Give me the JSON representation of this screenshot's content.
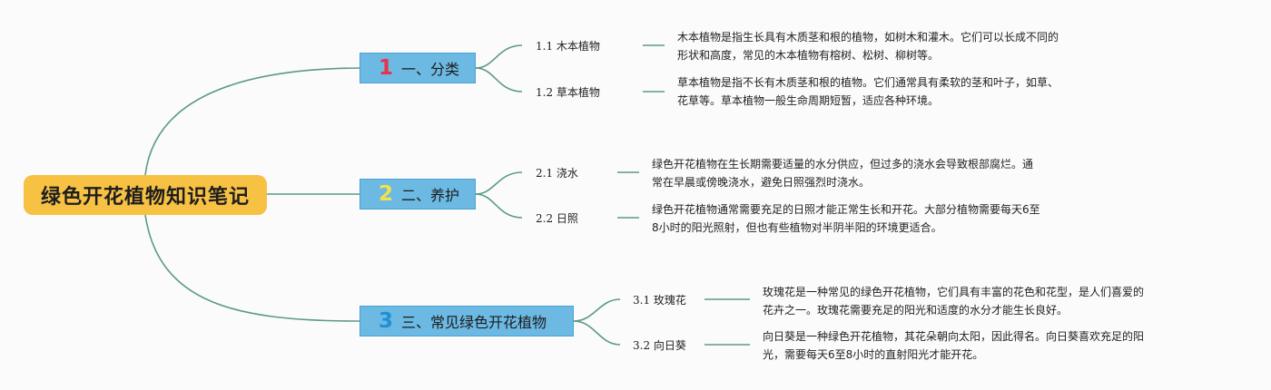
{
  "root": {
    "title": "绿色开花植物知识笔记"
  },
  "branches": [
    {
      "num": "1",
      "num_color": "#e8334a",
      "label": "一、分类",
      "subs": [
        {
          "label": "1.1 木本植物",
          "desc": [
            "木本植物是指生长具有木质茎和根的植物，如树木和灌木。它们可以长成不同的",
            "形状和高度，常见的木本植物有榕树、松树、柳树等。"
          ]
        },
        {
          "label": "1.2 草本植物",
          "desc": [
            "草本植物是指不长有木质茎和根的植物。它们通常具有柔软的茎和叶子，如草、",
            "花草等。草本植物一般生命周期短暂，适应各种环境。"
          ]
        }
      ]
    },
    {
      "num": "2",
      "num_color": "#f4e04d",
      "label": "二、养护",
      "subs": [
        {
          "label": "2.1 浇水",
          "desc": [
            "绿色开花植物在生长期需要适量的水分供应，但过多的浇水会导致根部腐烂。通",
            "常在早晨或傍晚浇水，避免日照强烈时浇水。"
          ]
        },
        {
          "label": "2.2 日照",
          "desc": [
            "绿色开花植物通常需要充足的日照才能正常生长和开花。大部分植物需要每天6至",
            "8小时的阳光照射，但也有些植物对半阴半阳的环境更适合。"
          ]
        }
      ]
    },
    {
      "num": "3",
      "num_color": "#1f8fd6",
      "label": "三、常见绿色开花植物",
      "subs": [
        {
          "label": "3.1 玫瑰花",
          "desc": [
            "玫瑰花是一种常见的绿色开花植物，它们具有丰富的花色和花型，是人们喜爱的",
            "花卉之一。玫瑰花需要充足的阳光和适度的水分才能生长良好。"
          ]
        },
        {
          "label": "3.2 向日葵",
          "desc": [
            "向日葵是一种绿色开花植物，其花朵朝向太阳，因此得名。向日葵喜欢充足的阳",
            "光，需要每天6至8小时的直射阳光才能开花。"
          ]
        }
      ]
    }
  ],
  "colors": {
    "line": "#5b9a87",
    "root_fill": "#f7c144",
    "branch_fill": "#6cb9e3"
  }
}
